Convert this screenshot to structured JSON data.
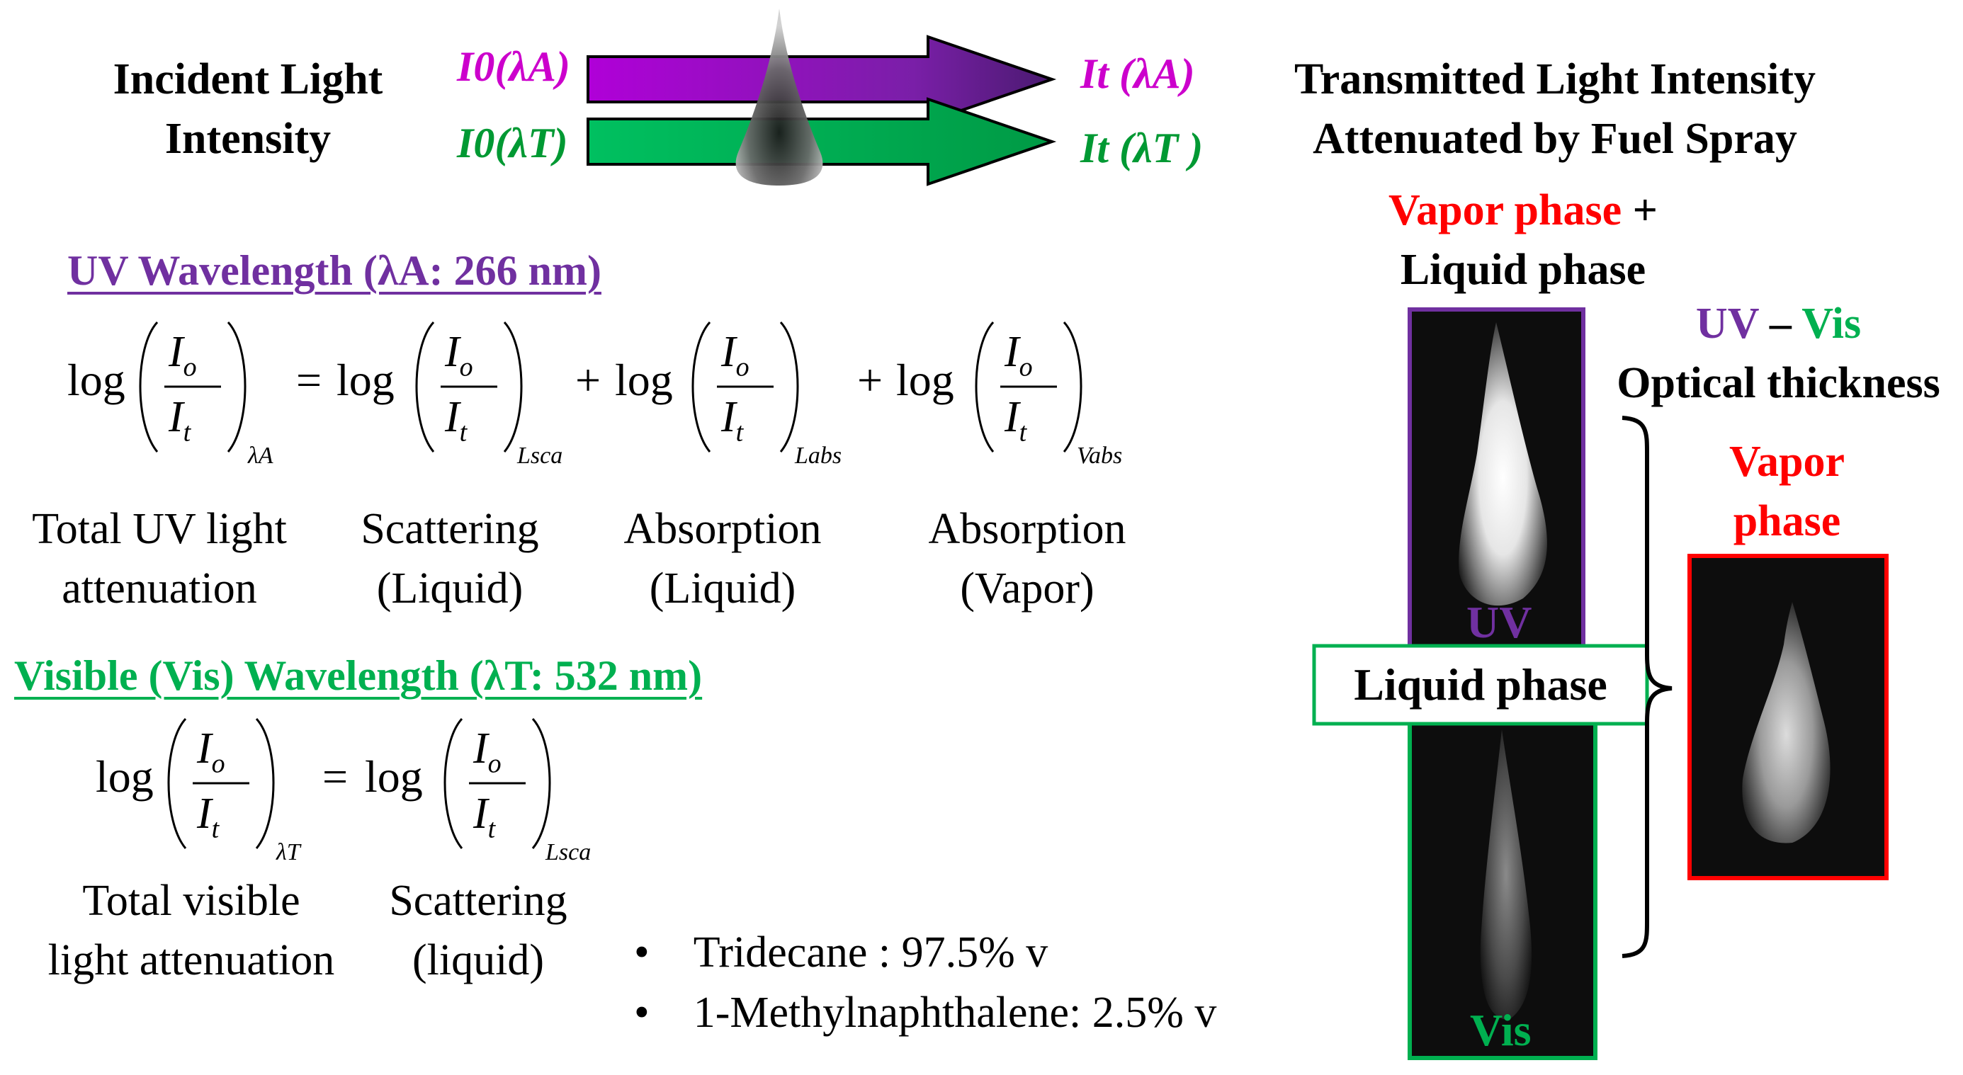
{
  "header": {
    "incident_l1": "Incident Light",
    "incident_l2": "Intensity",
    "transmitted_l1": "Transmitted Light Intensity",
    "transmitted_l2": "Attenuated by Fuel Spray",
    "beam_labels": {
      "i0_uv": "I0(λA)",
      "i0_vis": "I0(λT)",
      "it_uv": "It (λA)",
      "it_vis": "It (λT )"
    }
  },
  "uv_section": {
    "heading": "UV Wavelength (λA: 266 nm)",
    "equation": {
      "log": "log",
      "num": "I",
      "num_sub": "o",
      "den": "I",
      "den_sub": "t",
      "sub_total": "λA",
      "sub_sca": "Lsca",
      "sub_labs": "Labs",
      "sub_vabs": "Vabs"
    },
    "term_total_l1": "Total UV light",
    "term_total_l2": "attenuation",
    "term_sca_l1": "Scattering",
    "term_sca_l2": "(Liquid)",
    "term_labs_l1": "Absorption",
    "term_labs_l2": "(Liquid)",
    "term_vabs_l1": "Absorption",
    "term_vabs_l2": "(Vapor)"
  },
  "vis_section": {
    "heading": "Visible (Vis) Wavelength (λT: 532 nm)",
    "equation": {
      "log": "log",
      "sub_total": "λT",
      "sub_sca": "Lsca"
    },
    "term_total_l1": "Total visible",
    "term_total_l2": "light attenuation",
    "term_sca_l1": "Scattering",
    "term_sca_l2": "(liquid)"
  },
  "fuel": {
    "items": [
      "Tridecane : 97.5% v",
      "1-Methylnaphthalene: 2.5% v"
    ]
  },
  "right": {
    "vapor_plus_a": "Vapor phase",
    "vapor_plus_b": "+",
    "liquid_phase_top": "Liquid phase",
    "uv_vis_a": "UV",
    "uv_vis_b": "–",
    "uv_vis_c": "Vis",
    "optical_thickness": "Optical thickness",
    "vapor_l1": "Vapor",
    "vapor_l2": "phase",
    "uv_label": "UV",
    "vis_label": "Vis",
    "liquid_phase_box": "Liquid phase"
  },
  "colors": {
    "uv_purple": "#7030a0",
    "vis_green": "#00b050",
    "vapor_red": "#ff0000",
    "uv_arrow": "#9900cc",
    "vis_arrow": "#00b050"
  }
}
